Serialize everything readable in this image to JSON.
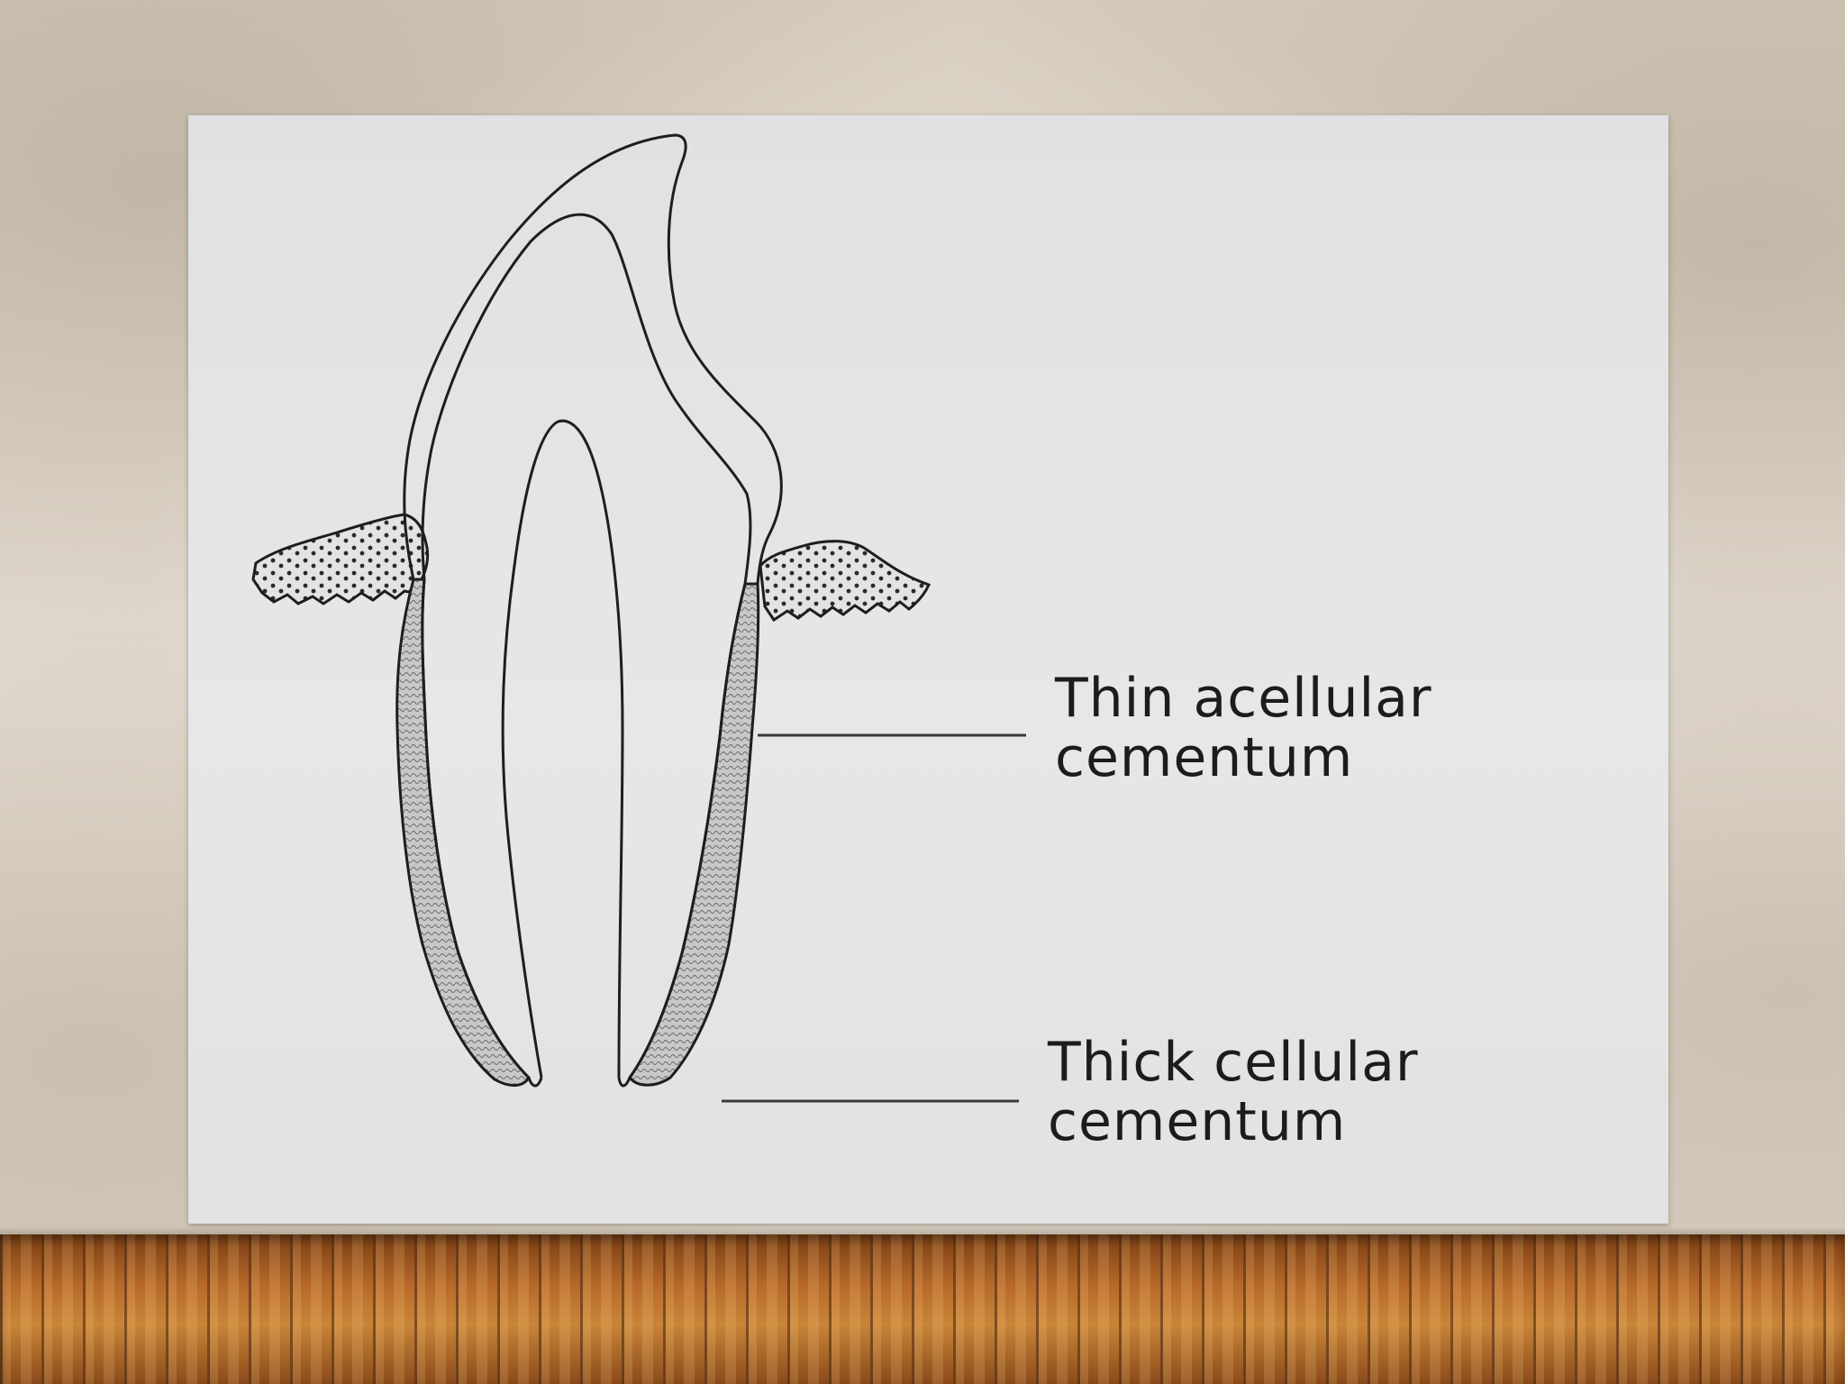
{
  "diagram": {
    "labels": [
      {
        "id": "thin",
        "line1": "Thin acellular",
        "line2": "cementum"
      },
      {
        "id": "thick",
        "line1": "Thick cellular",
        "line2": "cementum"
      }
    ]
  },
  "colors": {
    "slide_background": "#e3e4e5",
    "ink": "#1c1c1c",
    "wood": "#b86a2a"
  }
}
